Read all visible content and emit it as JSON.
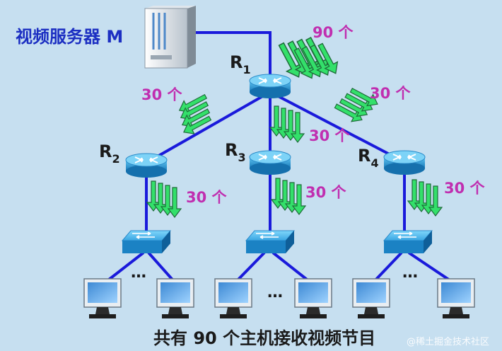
{
  "server": {
    "label": "视频服务器 M"
  },
  "routers": [
    {
      "id": "r1",
      "letter": "R",
      "sub": "1"
    },
    {
      "id": "r2",
      "letter": "R",
      "sub": "2"
    },
    {
      "id": "r3",
      "letter": "R",
      "sub": "3"
    },
    {
      "id": "r4",
      "letter": "R",
      "sub": "4"
    }
  ],
  "flows": {
    "m_r1": "90 个",
    "r1_r2": "30 个",
    "r1_r3": "30 个",
    "r1_r4": "30 个",
    "r2_sw": "30 个",
    "r3_sw": "30 个",
    "r4_sw": "30 个"
  },
  "ellipsis": "…",
  "caption": "共有 90 个主机接收视频节目",
  "watermark": "@稀土掘金技术社区",
  "colors": {
    "link": "#1a1adb",
    "arrow": "#33e06a",
    "flow_text": "#c02fb0",
    "text": "#1a1a1a",
    "server_text": "#1c2fc2"
  }
}
